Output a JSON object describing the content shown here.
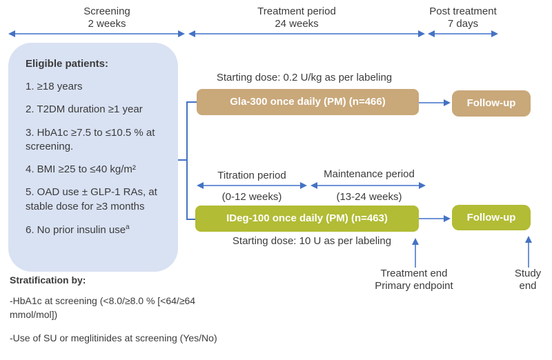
{
  "timeline": {
    "phases": [
      {
        "line1": "Screening",
        "line2": "2 weeks"
      },
      {
        "line1": "Treatment period",
        "line2": "24 weeks"
      },
      {
        "line1": "Post treatment",
        "line2": "7 days"
      }
    ]
  },
  "eligibility": {
    "title": "Eligible patients:",
    "items": [
      "1. ≥18 years",
      "2. T2DM duration ≥1 year",
      "3. HbA1c ≥7.5 to ≤10.5 % at screening.",
      "4. BMI ≥25 to ≤40 kg/m²",
      "5. OAD use ± GLP-1 RAs, at stable dose for ≥3 months",
      "6. No prior insulin use"
    ],
    "footnote_marker": "a"
  },
  "arms": {
    "gla300": {
      "dose_note": "Starting dose: 0.2 U/kg as per labeling",
      "label": "Gla-300 once daily (PM) (n=466)",
      "followup": "Follow-up"
    },
    "ideg100": {
      "label": "IDeg-100 once daily (PM) (n=463)",
      "dose_note": "Starting dose: 10 U as per labeling",
      "followup": "Follow-up"
    }
  },
  "subperiods": [
    {
      "line1": "Titration period",
      "line2": "(0-12 weeks)"
    },
    {
      "line1": "Maintenance period",
      "line2": "(13-24 weeks)"
    }
  ],
  "annotations": {
    "treatment_end": {
      "line1": "Treatment end",
      "line2": "Primary endpoint"
    },
    "study_end": {
      "line1": "Study",
      "line2": "end"
    }
  },
  "stratification": {
    "title": "Stratification by:",
    "items": [
      "-HbA1c at screening (<8.0/≥8.0 % [<64/≥64 mmol/mol])",
      "-Use of SU or meglitinides at screening (Yes/No)"
    ]
  },
  "colors": {
    "arrow_blue": "#4472C4",
    "panel_blue": "#D9E2F3",
    "arm_gla300_tan": "#C9A87A",
    "arm_ideg100_green": "#B2BC35",
    "text_dark": "#3B3B3B",
    "box_text": "#FFFFFF"
  }
}
